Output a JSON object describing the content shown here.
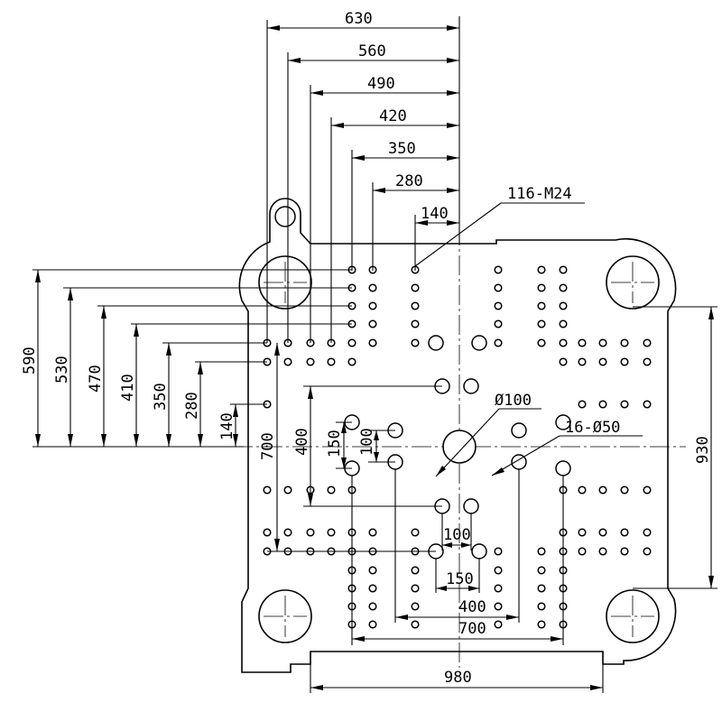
{
  "top_dimensions": [
    "630",
    "560",
    "490",
    "420",
    "350",
    "280",
    "140"
  ],
  "left_dimensions": [
    "590",
    "530",
    "470",
    "410",
    "350",
    "280",
    "140"
  ],
  "inner_vertical": [
    "700",
    "400",
    "150",
    "100"
  ],
  "bottom_dimensions": [
    "100",
    "150",
    "400",
    "700",
    "980"
  ],
  "right_dimension": "930",
  "callouts": {
    "tapped_holes": "116-M24",
    "center_hole": "Ø100",
    "ejector_holes": "16-Ø50"
  }
}
